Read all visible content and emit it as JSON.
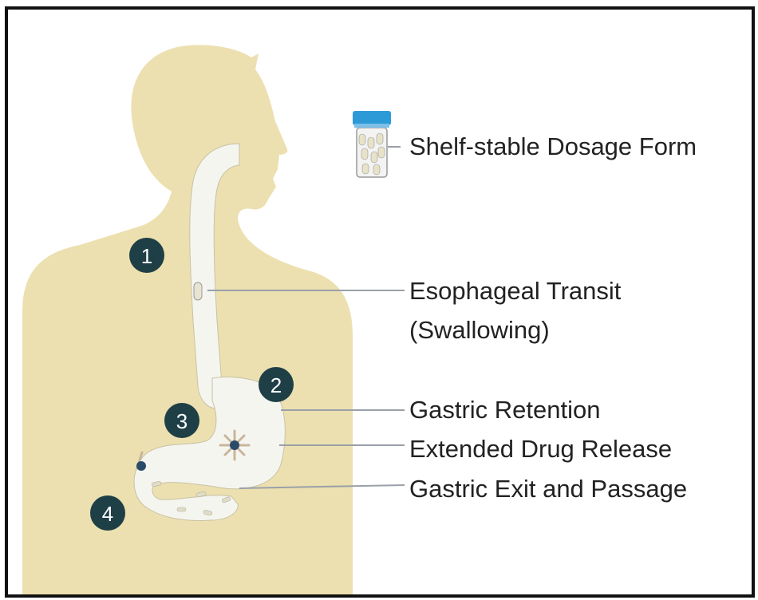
{
  "labels": {
    "dosage_form": "Shelf-stable Dosage Form",
    "esophageal_line1": "Esophageal Transit",
    "esophageal_line2": "(Swallowing)",
    "gastric_retention": "Gastric Retention",
    "extended_release": "Extended Drug Release",
    "gastric_exit": "Gastric Exit and Passage"
  },
  "markers": [
    "1",
    "2",
    "3",
    "4"
  ],
  "colors": {
    "body": "#ece0b0",
    "tract": "#f5f5f0",
    "marker": "#1f3f47",
    "marker_text": "#ffffff",
    "leader": "#9aa0a8",
    "cap": "#2d9ad8",
    "border": "#111111"
  }
}
